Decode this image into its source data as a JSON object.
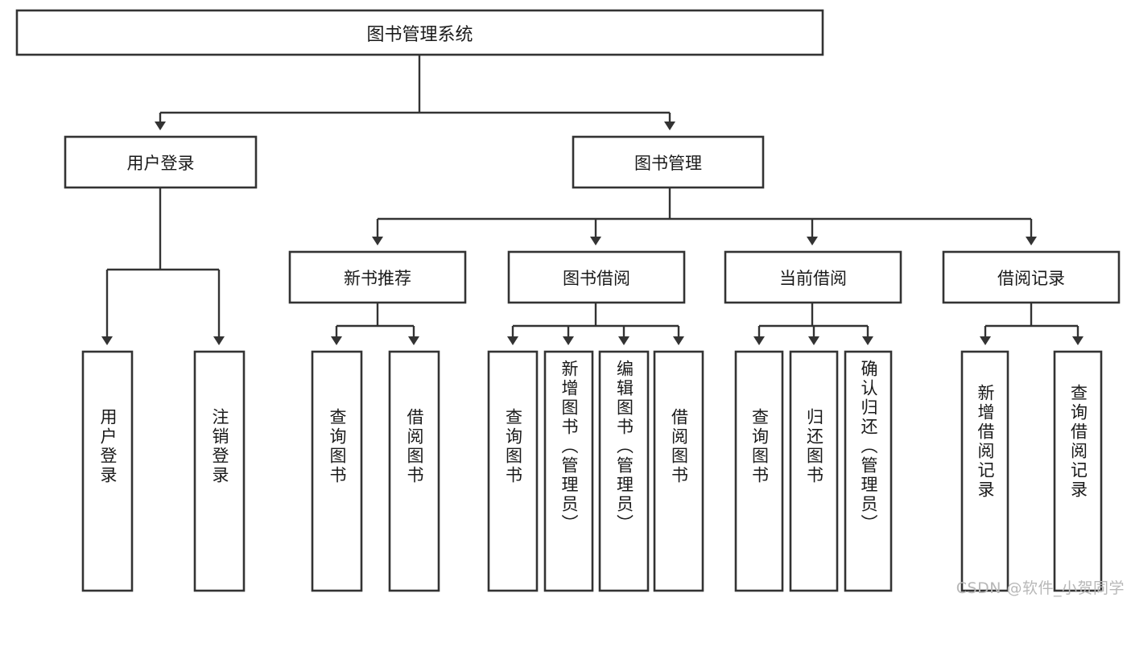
{
  "diagram": {
    "title": "图书管理系统",
    "type": "hierarchy-tree",
    "watermark": "CSDN @软件_小贺同学",
    "colors": {
      "box_stroke": "#333333",
      "box_fill": "#ffffff",
      "text": "#1a1a1a",
      "background": "#ffffff",
      "watermark": "#b8b8b8"
    },
    "levels": {
      "root": {
        "label": "图书管理系统"
      },
      "level2": [
        {
          "id": "user-login",
          "label": "用户登录"
        },
        {
          "id": "book-management",
          "label": "图书管理"
        }
      ],
      "level3": [
        {
          "id": "new-book-recommend",
          "label": "新书推荐",
          "parent": "book-management"
        },
        {
          "id": "book-borrow",
          "label": "图书借阅",
          "parent": "book-management"
        },
        {
          "id": "current-borrow",
          "label": "当前借阅",
          "parent": "book-management"
        },
        {
          "id": "borrow-record",
          "label": "借阅记录",
          "parent": "book-management"
        }
      ],
      "leaves": [
        {
          "id": "leaf-user-login",
          "label": "用户登录",
          "parent": "user-login"
        },
        {
          "id": "leaf-logout",
          "label": "注销登录",
          "parent": "user-login"
        },
        {
          "id": "leaf-query-book-1",
          "label": "查询图书",
          "parent": "new-book-recommend"
        },
        {
          "id": "leaf-borrow-book-1",
          "label": "借阅图书",
          "parent": "new-book-recommend"
        },
        {
          "id": "leaf-query-book-2",
          "label": "查询图书",
          "parent": "book-borrow"
        },
        {
          "id": "leaf-add-book",
          "label": "新增图书（管理员）",
          "parent": "book-borrow"
        },
        {
          "id": "leaf-edit-book",
          "label": "编辑图书（管理员）",
          "parent": "book-borrow"
        },
        {
          "id": "leaf-borrow-book-2",
          "label": "借阅图书",
          "parent": "book-borrow"
        },
        {
          "id": "leaf-query-book-3",
          "label": "查询图书",
          "parent": "current-borrow"
        },
        {
          "id": "leaf-return-book",
          "label": "归还图书",
          "parent": "current-borrow"
        },
        {
          "id": "leaf-confirm-return",
          "label": "确认归还（管理员）",
          "parent": "current-borrow"
        },
        {
          "id": "leaf-add-record",
          "label": "新增借阅记录",
          "parent": "borrow-record"
        },
        {
          "id": "leaf-query-record",
          "label": "查询借阅记录",
          "parent": "borrow-record"
        }
      ]
    }
  }
}
